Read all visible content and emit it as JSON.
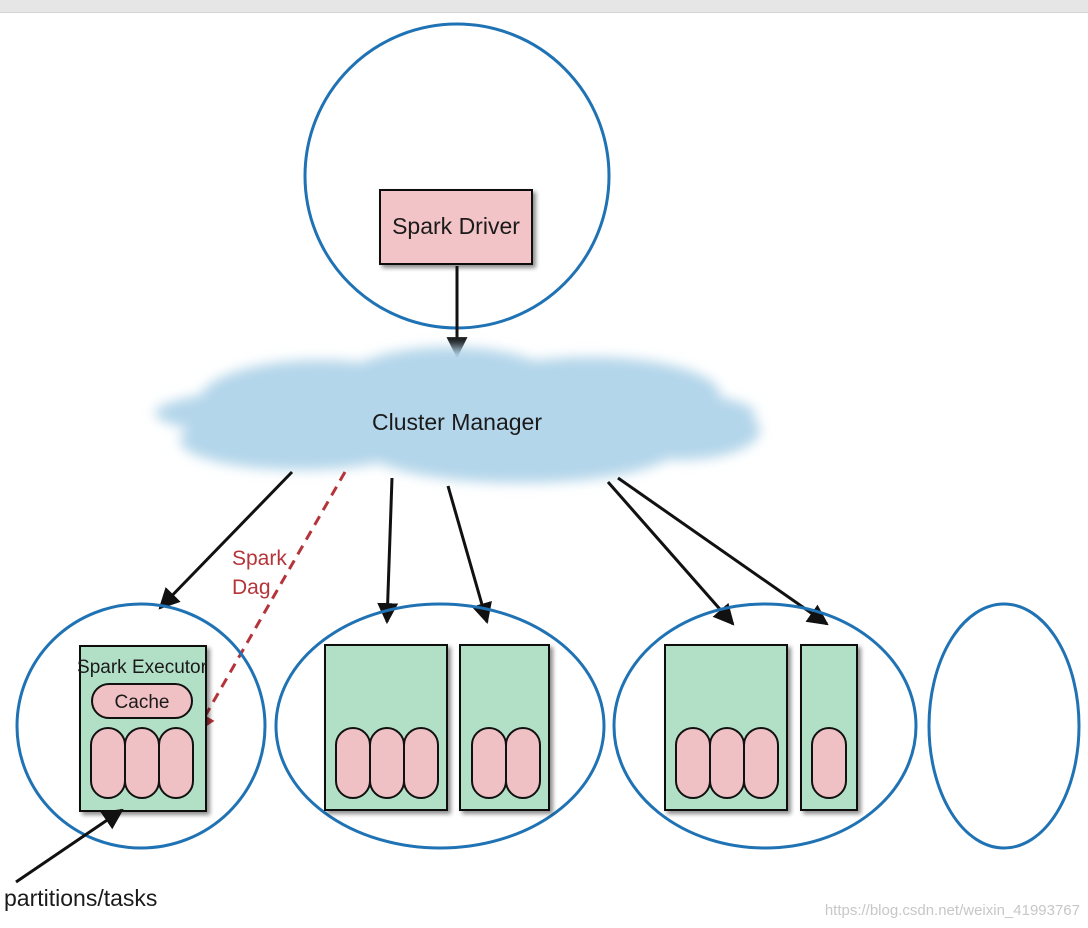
{
  "diagram": {
    "driver_label": "Spark Driver",
    "cluster_manager_label": "Cluster Manager",
    "dag_label_line1": "Spark",
    "dag_label_line2": "Dag",
    "executor_label": "Spark Executor",
    "cache_label": "Cache",
    "partitions_label": "partitions/tasks",
    "watermark": "https://blog.csdn.net/weixin_41993767"
  },
  "colors": {
    "node_border": "#1f72b3",
    "driver_fill": "#f2c4c7",
    "executor_fill": "#b2e0c7",
    "partition_fill": "#efc0c4",
    "cloud_fill": "#b4d6ea",
    "dag_arrow": "#b5343a",
    "arrow": "#111111"
  }
}
